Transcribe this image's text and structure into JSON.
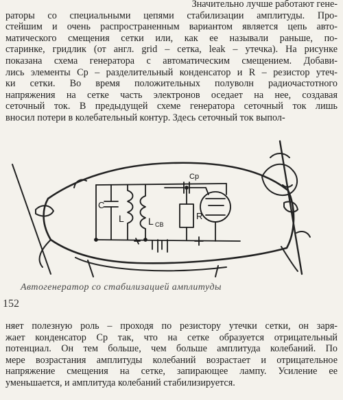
{
  "top_paragraph": {
    "lines": [
      "Значительно лучше работают гене-",
      "раторы со специальными цепями стабилизации амплитуды. Про-",
      "стейшим и очень распространенным вариантом является цепь авто-",
      "матического смещения сетки или, как ее называли раньше, по-",
      "старинке, гридлик (от англ. grid – сетка, leak – утечка). На рисунке",
      "показана схема генератора с автоматическим смещением. Добави-",
      "лись элементы Cр – разделительный конденсатор и R – резистор утеч-",
      "ки сетки. Во время положительных полуволн радиочастотного",
      "напряжения на сетке часть электронов оседает на нее, создавая",
      "сеточный ток. В предыдущей схеме генератора сеточный ток лишь",
      "вносил потери в колебательный контур. Здесь сеточный ток выпол-"
    ]
  },
  "figure": {
    "labels": {
      "c": "C",
      "l": "L",
      "lcb": "L",
      "lcb_sub": "CB",
      "cp": "Cр",
      "r": "R"
    },
    "caption": "Автогенератор со стабилизацией амплитуды"
  },
  "page_number": "152",
  "bottom_paragraph": {
    "lines": [
      "няет полезную роль – проходя по резистору утечки сетки, он заря-",
      "жает конденсатор Cр так, что на сетке образуется отрицательный",
      "потенциал. Он тем больше, чем больше амплитуда колебаний. По",
      "мере возрастания амплитуды колебаний возрастает и отрицательное",
      "напряжение смещения на сетке, запирающее лампу. Усиление ее",
      "уменьшается, и амплитуда колебаний стабилизируется."
    ]
  }
}
